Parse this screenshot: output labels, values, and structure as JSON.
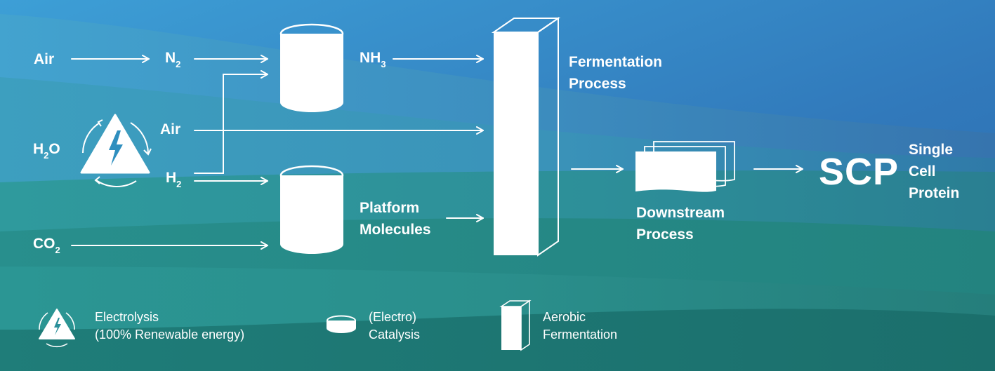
{
  "colors": {
    "background_top": "#2f7dbd",
    "background_bottom": "#1f7f78",
    "foreground": "#ffffff"
  },
  "inputs": {
    "air_1": "Air",
    "n2_base": "N",
    "n2_sub": "2",
    "h2o_base": "H",
    "h2o_sub": "2",
    "h2o_tail": "O",
    "air_2": "Air",
    "h2_base": "H",
    "h2_sub": "2",
    "co2_base": "CO",
    "co2_sub": "2"
  },
  "intermediates": {
    "nh3_base": "NH",
    "nh3_sub": "3",
    "platform_line1": "Platform",
    "platform_line2": "Molecules"
  },
  "stages": {
    "fermentation_line1": "Fermentation",
    "fermentation_line2": "Process",
    "downstream_line1": "Downstream",
    "downstream_line2": "Process"
  },
  "output": {
    "acronym": "SCP",
    "line1": "Single",
    "line2": "Cell",
    "line3": "Protein"
  },
  "legend": {
    "electrolysis_line1": "Electrolysis",
    "electrolysis_line2": "(100% Renewable energy)",
    "catalysis_line1": "(Electro)",
    "catalysis_line2": "Catalysis",
    "fermentation_line1": "Aerobic",
    "fermentation_line2": "Fermentation"
  },
  "icons": {
    "electrolysis": "electrolysis-lightning-cycle-icon",
    "catalysis": "catalysis-cylinder-icon",
    "fermentation": "fermentation-column-icon",
    "downstream": "downstream-stacked-sheets-icon"
  }
}
